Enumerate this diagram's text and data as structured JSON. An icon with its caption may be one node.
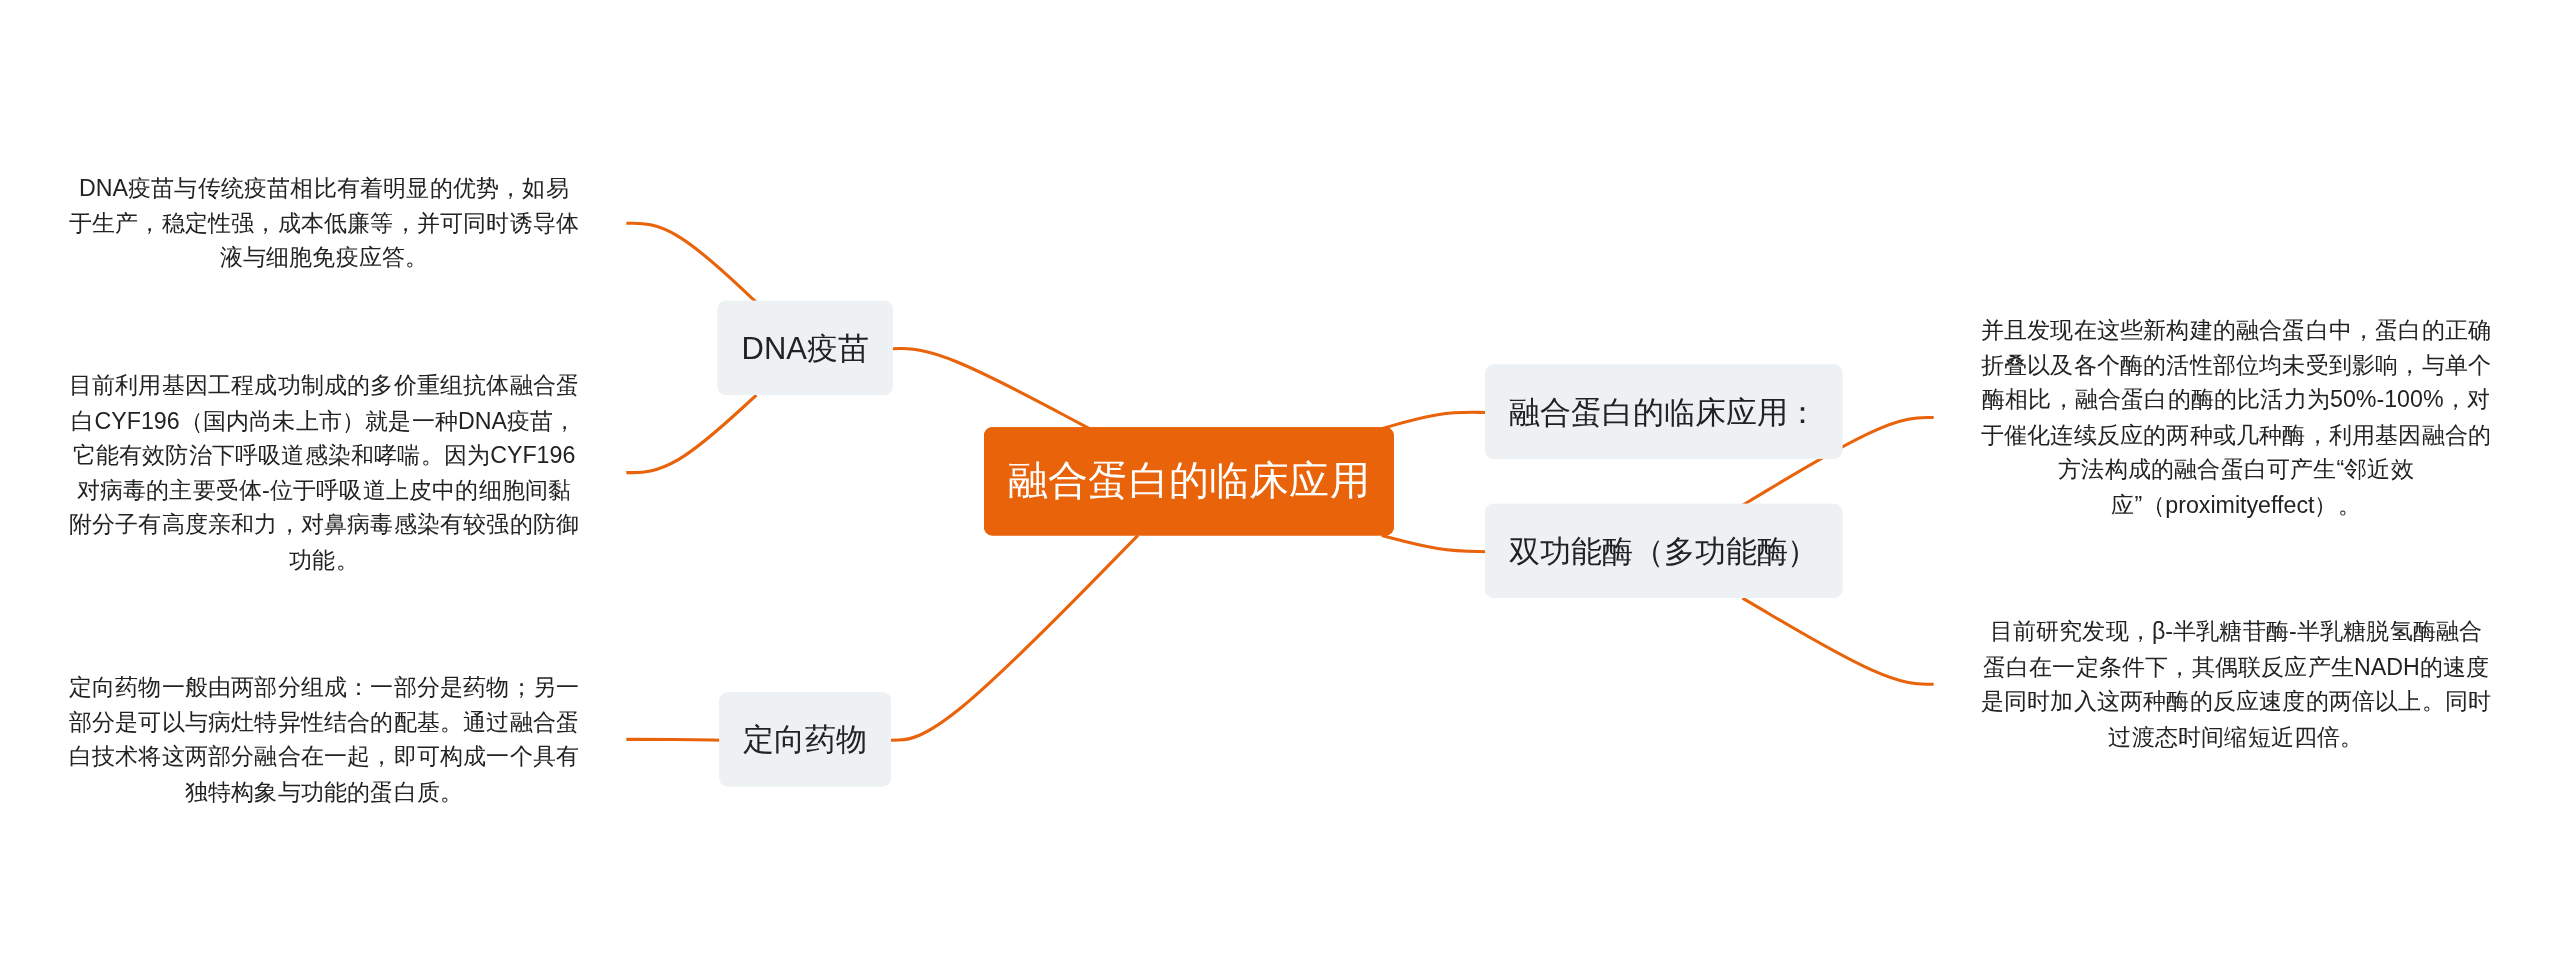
{
  "diagram": {
    "nodes": [
      {
        "text": [
          "融合蛋白的临床应用"
        ]
      },
      {
        "text": [
          "DNA疫苗"
        ]
      },
      {
        "text": [
          "DNA疫苗与传统疫苗相比有着明显的优势，如易于生产，稳定性强，成本低廉等，并可同时诱导体液与细胞免疫应答。"
        ]
      },
      {
        "text": [
          "目前利用基因工程成功制成的多价重组抗体融合蛋白CYF196（国内尚未上市）就是一种DNA疫苗，它能有效防治下呼吸道感染和哮喘。因为CYF196对病毒的主要受体-位于呼吸道上皮中的细胞间黏附分子有高度亲和力，对鼻病毒感染有较强的防御功能。"
        ]
      },
      {
        "text": [
          "定向药物"
        ]
      },
      {
        "text": [
          "定向药物一般由两部分组成：一部分是药物；另一部分是可以与病灶特异性结合的配基。通过融合蛋白技术将这两部分融合在一起，即可构成一个具有独特构象与功能的蛋白质。"
        ]
      },
      {
        "text": [
          "融合蛋白的临床应用："
        ]
      },
      {
        "text": [
          "双功能酶（多功能酶）"
        ]
      },
      {
        "text": [
          "并且发现在这些新构建的融合蛋白中，蛋白的正确折叠以及各个酶的活性部位均未受到影响，与单个酶相比，融合蛋白的酶的比活力为50%-100%，对于催化连续反应的两种或几种酶，利用基因融合的方法构成的融合蛋白可产生“邻近效应”（proximityeffect）。"
        ]
      },
      {
        "text": [
          "目前研究发现，β-半乳糖苷酶-半乳糖脱氢酶融合蛋白在一定条件下，其偶联反应产生NADH的速度是同时加入这两种酶的反应速度的两倍以上。同时过渡态时间缩短近四倍。"
        ]
      }
    ],
    "edges": [
      {
        "from": 0,
        "to": 1,
        "arrow": "none"
      },
      {
        "from": 1,
        "to": 2,
        "arrow": "none"
      },
      {
        "from": 1,
        "to": 3,
        "arrow": "none"
      },
      {
        "from": 0,
        "to": 4,
        "arrow": "none"
      },
      {
        "from": 4,
        "to": 5,
        "arrow": "none"
      },
      {
        "from": 0,
        "to": 6,
        "arrow": "none"
      },
      {
        "from": 0,
        "to": 7,
        "arrow": "none"
      },
      {
        "from": 7,
        "to": 8,
        "arrow": "none"
      },
      {
        "from": 7,
        "to": 9,
        "arrow": "none"
      }
    ]
  }
}
